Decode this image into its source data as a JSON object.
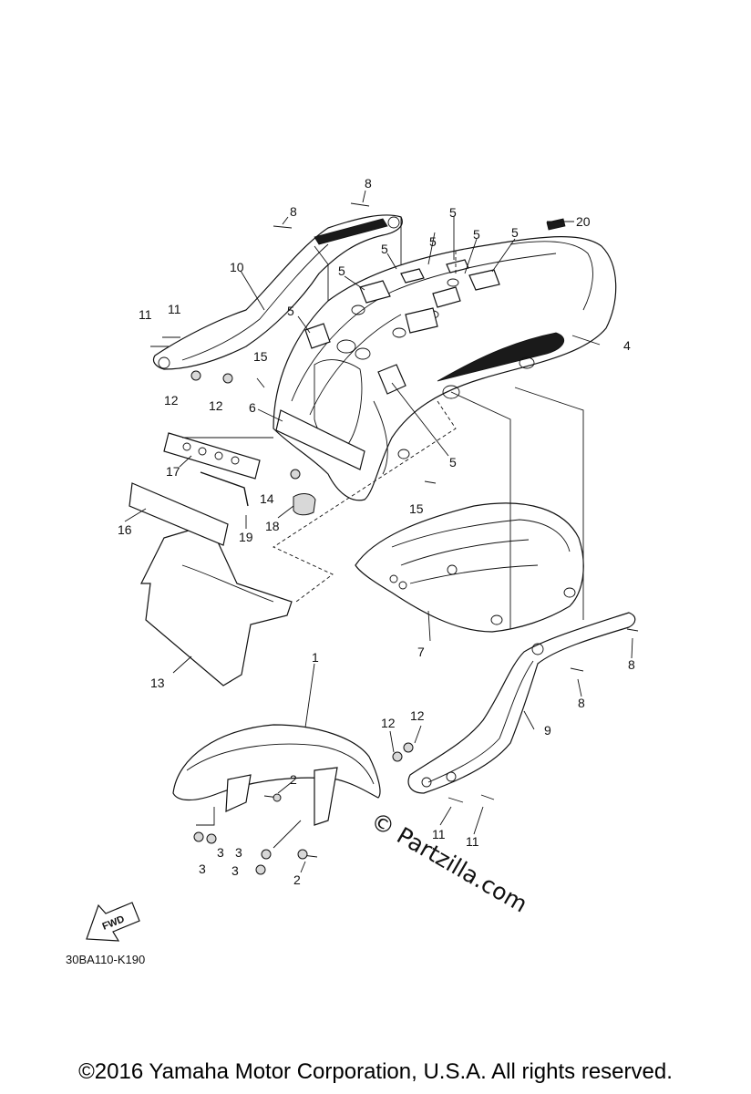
{
  "diagram_code": "30BA110-K190",
  "copyright": "©2016 Yamaha Motor Corporation, U.S.A. All rights reserved.",
  "watermark": "© Partzilla.com",
  "fwd_label": "FWD",
  "labels": {
    "l1": "1",
    "l2a": "2",
    "l2b": "2",
    "l3a": "3",
    "l3b": "3",
    "l3c": "3",
    "l3d": "3",
    "l4": "4",
    "l5a": "5",
    "l5b": "5",
    "l5c": "5",
    "l5d": "5",
    "l5e": "5",
    "l5f": "5",
    "l5g": "5",
    "l6": "6",
    "l7": "7",
    "l8a": "8",
    "l8b": "8",
    "l8c": "8",
    "l8d": "8",
    "l9": "9",
    "l10": "10",
    "l11a": "11",
    "l11b": "11",
    "l11c": "11",
    "l11d": "11",
    "l12a": "12",
    "l12b": "12",
    "l12c": "12",
    "l12d": "12",
    "l13": "13",
    "l14": "14",
    "l15a": "15",
    "l15b": "15",
    "l16": "16",
    "l17": "17",
    "l18": "18",
    "l19": "19",
    "l20": "20"
  }
}
